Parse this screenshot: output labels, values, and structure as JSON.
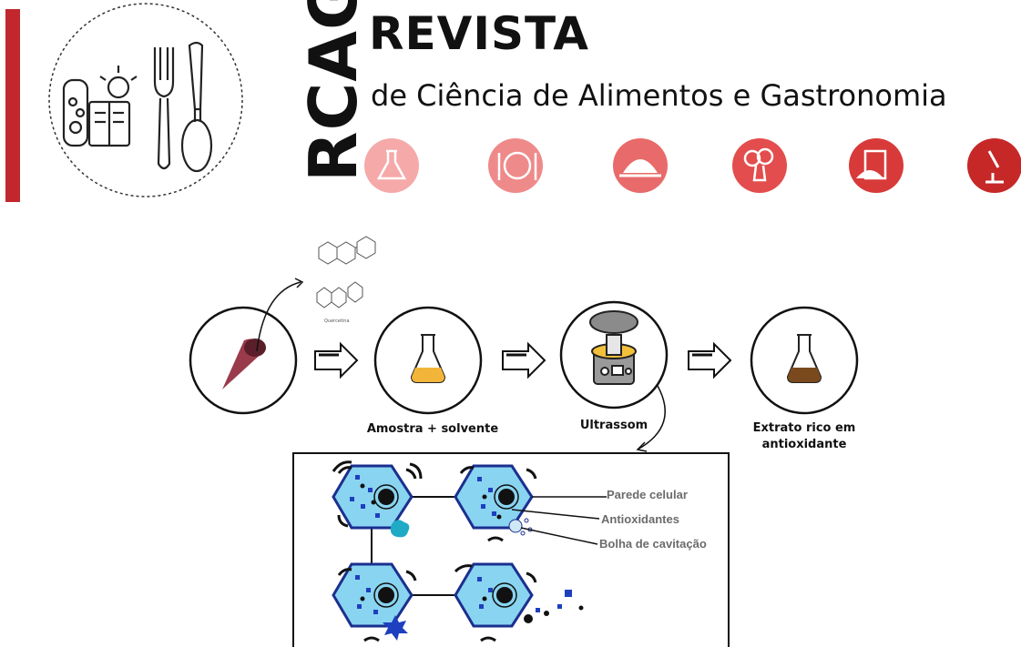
{
  "header": {
    "logo_abbrev": "RCAGT",
    "title": "REVISTA",
    "subtitle": "de Ciência de Alimentos e Gastronomia",
    "colors": {
      "bar": "#c1272d",
      "circle_gradient_start": "#f6b3b3",
      "circle_gradient_end": "#c62828"
    },
    "icons": [
      "flask-icon",
      "plate-cutlery-icon",
      "cloche-icon",
      "broccoli-icon",
      "menu-icon",
      "microscope-icon"
    ]
  },
  "process": {
    "steps": [
      {
        "icon": "sample-fruit-icon",
        "label": ""
      },
      {
        "icon": "flask-yellow-icon",
        "label": "Amostra + solvente"
      },
      {
        "icon": "ultrasound-bath-icon",
        "label": "Ultrassom"
      },
      {
        "icon": "flask-brown-icon",
        "label": "Extrato rico em antioxidante"
      }
    ],
    "molecule_label": "Quercetina"
  },
  "detail": {
    "labels": [
      "Parede celular",
      "Antioxidantes",
      "Bolha de cavitação"
    ],
    "colors": {
      "cell_fill": "#89d4f0",
      "cell_border": "#1b2f8f",
      "particle": "#1e3fbf"
    }
  }
}
